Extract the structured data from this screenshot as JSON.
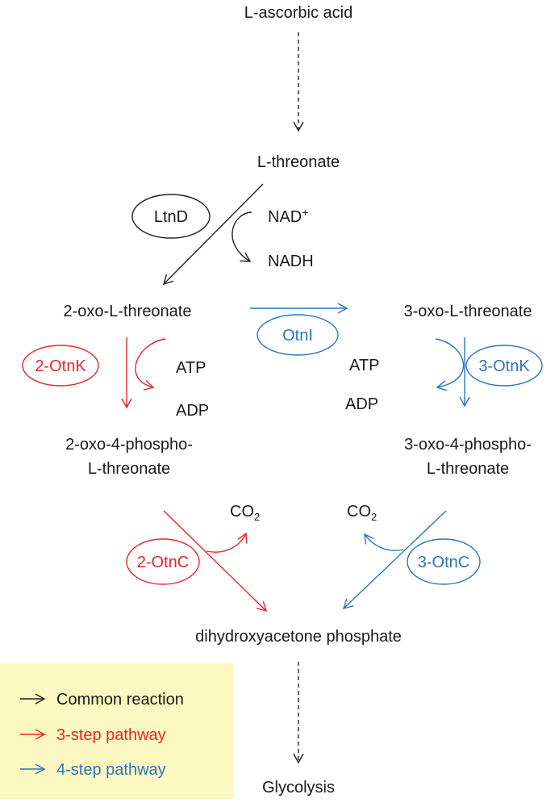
{
  "colors": {
    "common": "#222222",
    "three_step": "#e8262a",
    "four_step": "#2a75c0",
    "legend_bg": "#fbf8c2"
  },
  "metabolites": {
    "ascorbic": "L-ascorbic acid",
    "threonate": "L-threonate",
    "oxo2": "2-oxo-L-threonate",
    "oxo3": "3-oxo-L-threonate",
    "phospho2_line1": "2-oxo-4-phospho-",
    "phospho2_line2": "L-threonate",
    "phospho3_line1": "3-oxo-4-phospho-",
    "phospho3_line2": "L-threonate",
    "dhap": "dihydroxyacetone phosphate",
    "glycolysis": "Glycolysis"
  },
  "enzymes": {
    "ltnd": "LtnD",
    "otni": "OtnI",
    "otnk2": "2-OtnK",
    "otnk3": "3-OtnK",
    "otnc2": "2-OtnC",
    "otnc3": "3-OtnC"
  },
  "cofactors": {
    "nad": "NAD",
    "nad_sup": "+",
    "nadh": "NADH",
    "atp": "ATP",
    "adp": "ADP",
    "co2": "CO",
    "co2_sub": "2"
  },
  "legend": {
    "common": "Common reaction",
    "three_step": "3-step pathway",
    "four_step": "4-step pathway"
  }
}
